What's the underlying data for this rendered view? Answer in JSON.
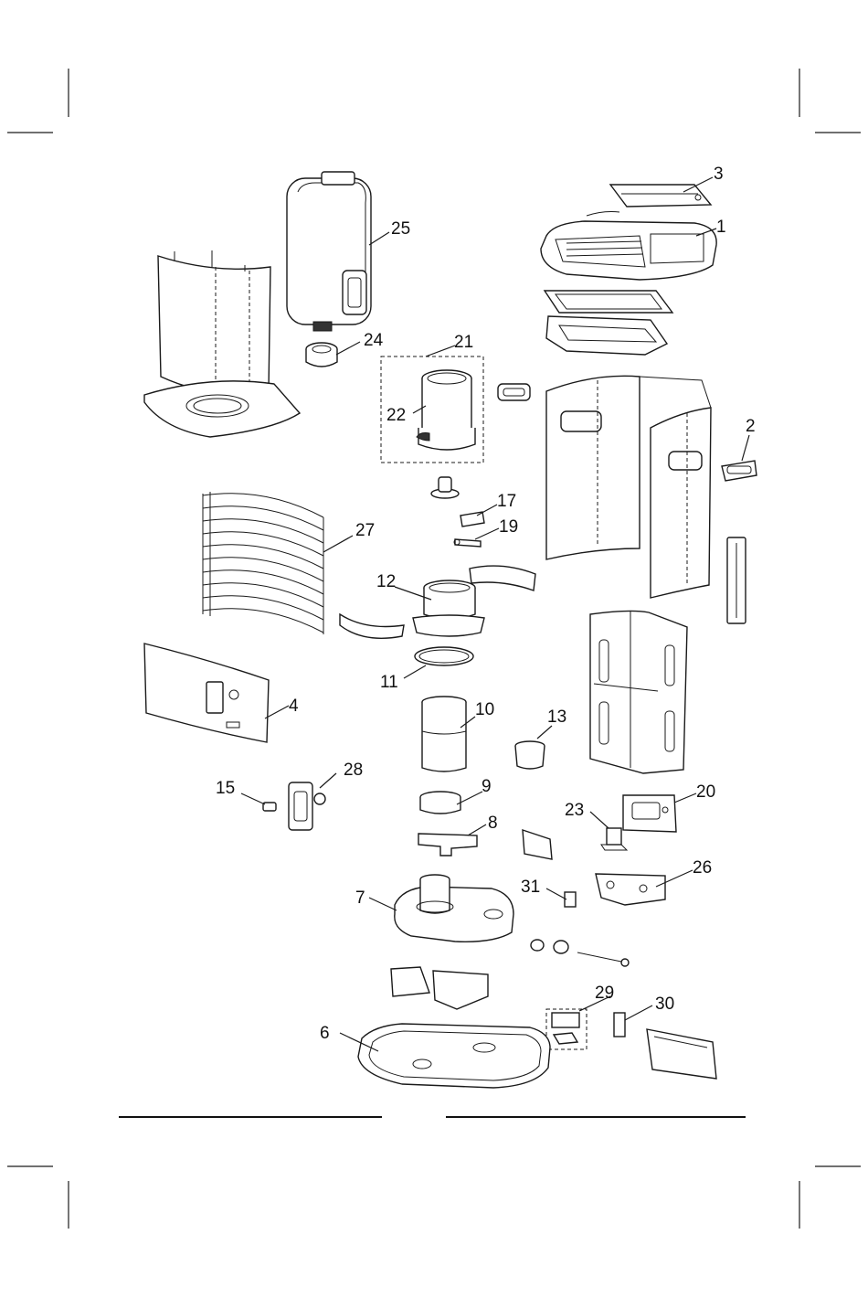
{
  "labels": {
    "p1": "1",
    "p2": "2",
    "p3": "3",
    "p4": "4",
    "p6": "6",
    "p7": "7",
    "p8": "8",
    "p9": "9",
    "p10": "10",
    "p11": "11",
    "p12": "12",
    "p13": "13",
    "p15": "15",
    "p17": "17",
    "p19": "19",
    "p20": "20",
    "p21": "21",
    "p22": "22",
    "p23": "23",
    "p24": "24",
    "p25": "25",
    "p26": "26",
    "p27": "27",
    "p28": "28",
    "p29": "29",
    "p30": "30",
    "p31": "31"
  }
}
